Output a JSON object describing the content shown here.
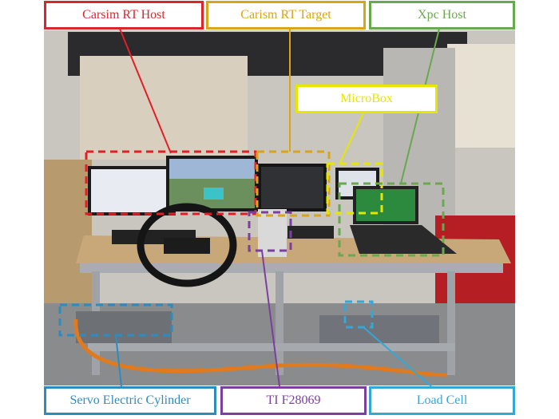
{
  "labels": {
    "carsim_rt_host": {
      "text": "Carsim RT Host",
      "color": "#d9262c"
    },
    "carism_rt_target": {
      "text": "Carism RT Target",
      "color": "#d9a31a"
    },
    "xpc_host": {
      "text": "Xpc Host",
      "color": "#6aa84f"
    },
    "microbox": {
      "text": "MicroBox",
      "color": "#e6e600"
    },
    "servo_electric_cylinder": {
      "text": "Servo Electric Cylinder",
      "color": "#2e8bc0"
    },
    "ti_f28069": {
      "text": "TI F28069",
      "color": "#7b3fa0"
    },
    "load_cell": {
      "text": "Load Cell",
      "color": "#35a7d6"
    }
  }
}
